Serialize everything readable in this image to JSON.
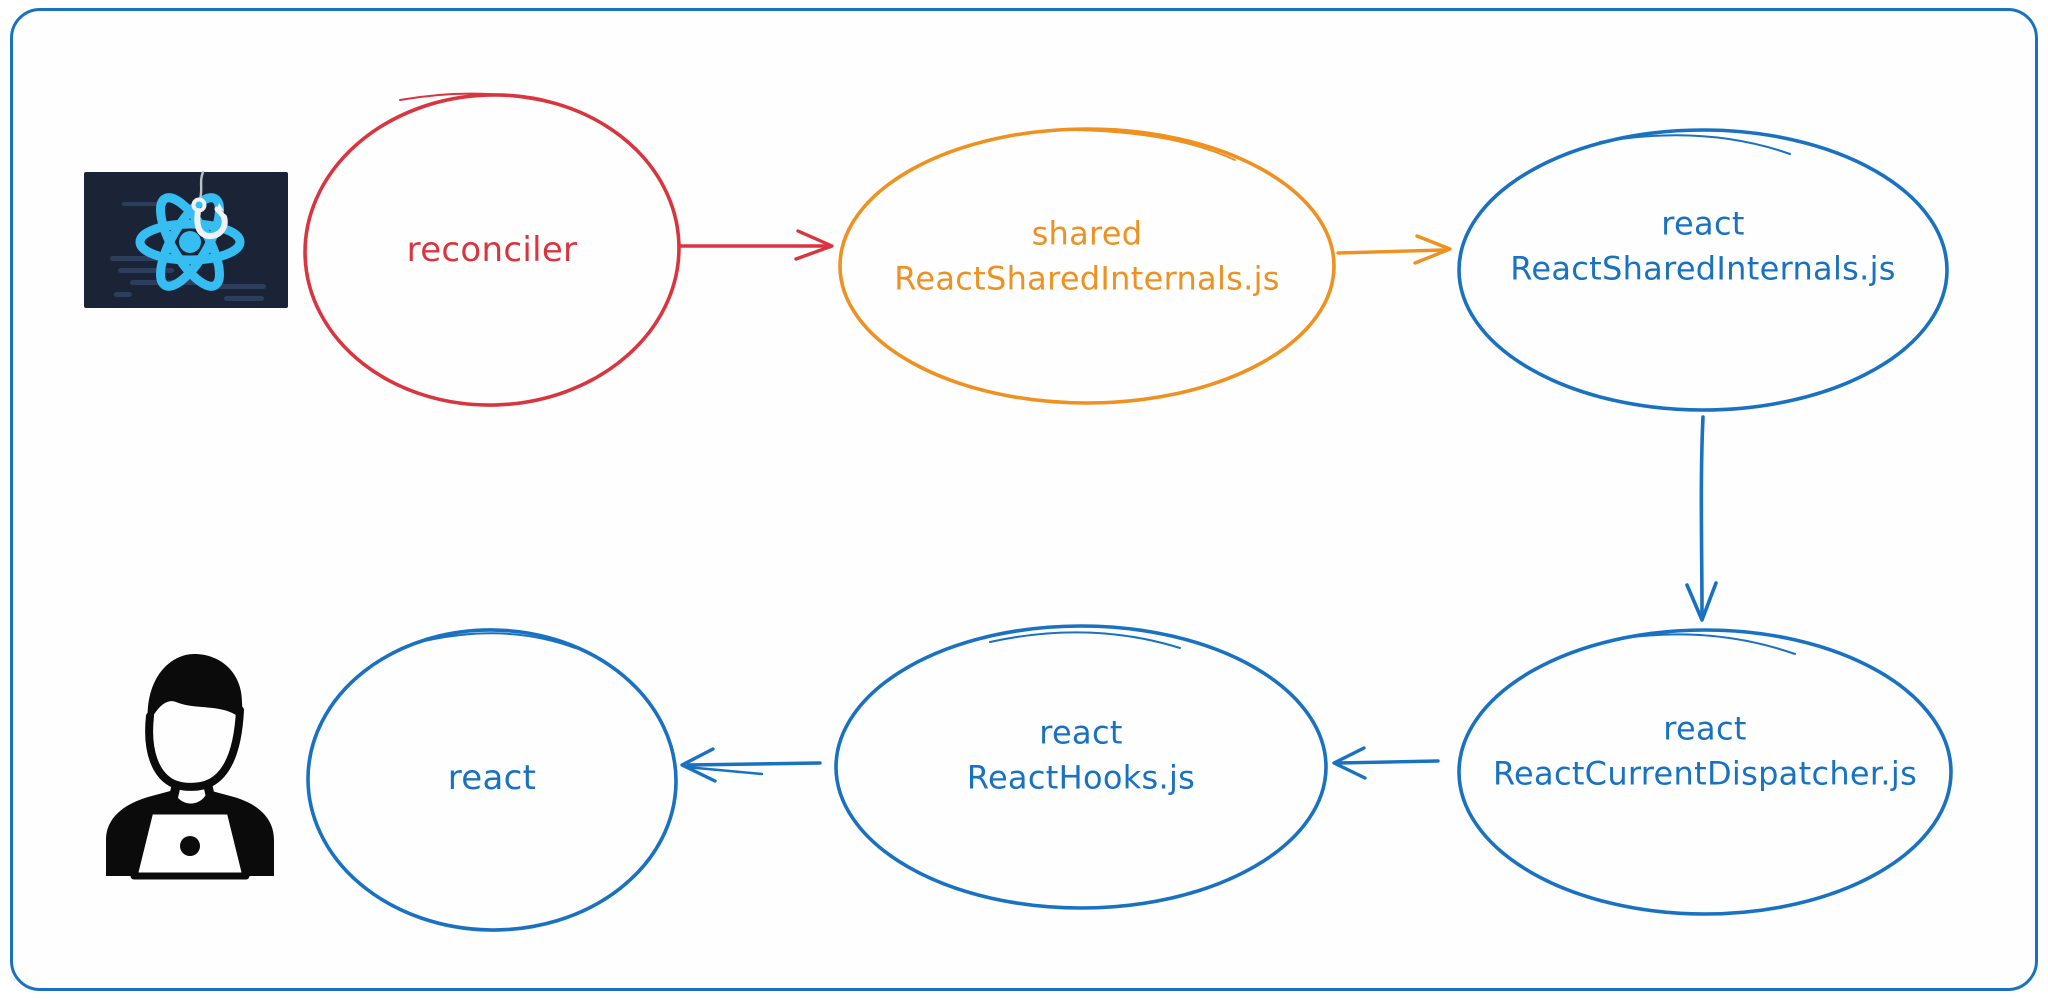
{
  "canvas": {
    "background": "#ffffff",
    "border_color": "#1971c2",
    "style": "hand-drawn whiteboard diagram"
  },
  "palette": {
    "red": "#d9353f",
    "orange": "#ef9120",
    "blue": "#1971c2",
    "icon_black": "#0b0b0b",
    "logo_background": "#1b2436",
    "logo_atom_blue": "#36bdf1",
    "logo_hook_white": "#eef2f5"
  },
  "nodes": [
    {
      "name": "reconciler",
      "lines": [
        "reconciler"
      ],
      "color": "#d9353f",
      "shape": "ellipse"
    },
    {
      "name": "shared-react-shared-internals",
      "lines": [
        "shared",
        "ReactSharedInternals.js"
      ],
      "color": "#ef9120",
      "shape": "ellipse"
    },
    {
      "name": "react-react-shared-internals",
      "lines": [
        "react",
        "ReactSharedInternals.js"
      ],
      "color": "#1971c2",
      "shape": "ellipse"
    },
    {
      "name": "react-react-current-dispatcher",
      "lines": [
        "react",
        "ReactCurrentDispatcher.js"
      ],
      "color": "#1971c2",
      "shape": "ellipse"
    },
    {
      "name": "react-react-hooks",
      "lines": [
        "react",
        "ReactHooks.js"
      ],
      "color": "#1971c2",
      "shape": "ellipse"
    },
    {
      "name": "react",
      "lines": [
        "react"
      ],
      "color": "#1971c2",
      "shape": "ellipse"
    }
  ],
  "edges": [
    {
      "from": "reconciler",
      "to": "shared ReactSharedInternals.js",
      "color": "#d9353f",
      "direction": "right"
    },
    {
      "from": "shared ReactSharedInternals.js",
      "to": "react ReactSharedInternals.js",
      "color": "#ef9120",
      "direction": "right"
    },
    {
      "from": "react ReactSharedInternals.js",
      "to": "react ReactCurrentDispatcher.js",
      "color": "#1971c2",
      "direction": "down"
    },
    {
      "from": "react ReactCurrentDispatcher.js",
      "to": "react ReactHooks.js",
      "color": "#1971c2",
      "direction": "left"
    },
    {
      "from": "react ReactHooks.js",
      "to": "react",
      "color": "#1971c2",
      "direction": "left"
    }
  ],
  "images": [
    {
      "name": "react-hook-logo",
      "description": "dark navy card with blue React atom logo hanging on a white fishing hook"
    },
    {
      "name": "developer-at-laptop",
      "description": "black silhouette icon of a person behind an open laptop"
    }
  ]
}
